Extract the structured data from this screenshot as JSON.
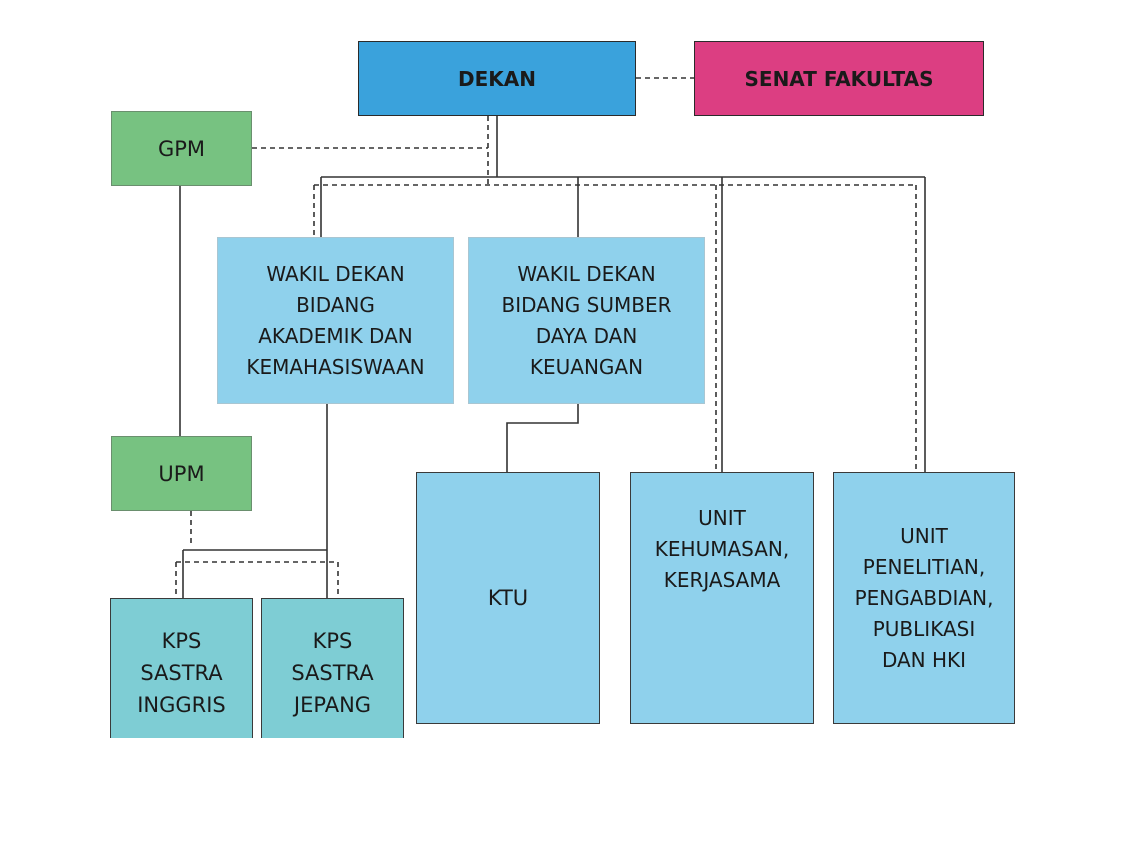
{
  "boxes": {
    "dekan": "DEKAN",
    "senat_fakultas": "SENAT FAKULTAS",
    "gpm": "GPM",
    "upm": "UPM",
    "wakil_dekan_akademik": "WAKIL DEKAN\nBIDANG\nAKADEMIK DAN\nKEMAHASISWAAN",
    "wakil_dekan_sumber_daya": "WAKIL DEKAN\nBIDANG SUMBER\nDAYA DAN\nKEUANGAN",
    "ktu": "KTU",
    "unit_kehumasan": "UNIT\nKEHUMASAN,\nKERJASAMA",
    "unit_penelitian": "UNIT\nPENELITIAN,\nPENGABDIAN,\nPUBLIKASI\nDAN HKI",
    "kps_sastra_inggris": "KPS\nSASTRA\nINGGRIS",
    "kps_sastra_jepang": "KPS\nSASTRA\nJEPANG"
  },
  "colors": {
    "dekan": "#3aa2dc",
    "senat": "#dc3e82",
    "quality_units": "#77c281",
    "wakil_dekan": "#8fd1ec",
    "units": "#8fd1ec",
    "kps": "#7ecdd4",
    "line": "#333333"
  }
}
